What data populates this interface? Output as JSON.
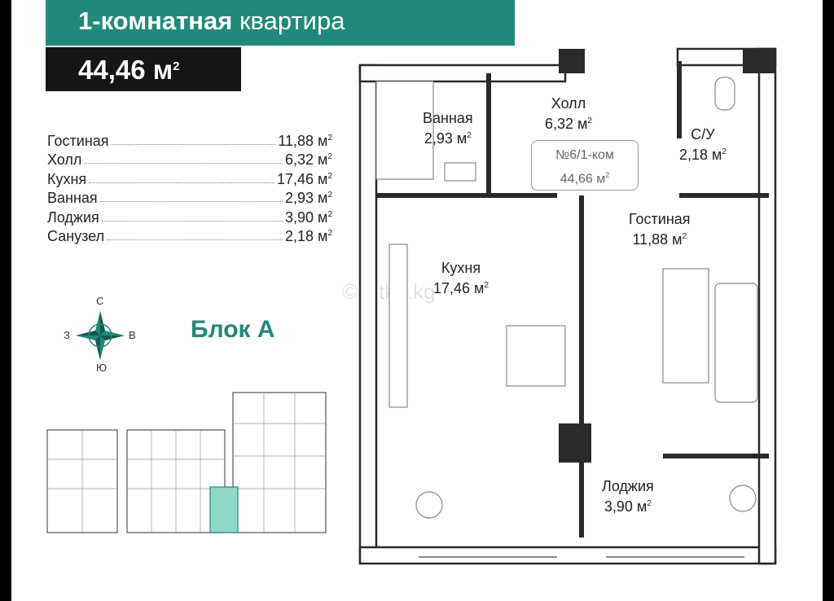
{
  "header": {
    "title_bold": "1-комнатная",
    "title_rest": "квартира",
    "area_value": "44,46 м",
    "area_unit_sup": "2"
  },
  "rooms": [
    {
      "name": "Гостиная",
      "value": "11,88 м"
    },
    {
      "name": "Холл",
      "value": "6,32 м"
    },
    {
      "name": "Кухня",
      "value": "17,46 м"
    },
    {
      "name": "Ванная",
      "value": "2,93 м"
    },
    {
      "name": "Лоджия",
      "value": "3,90 м"
    },
    {
      "name": "Санузел",
      "value": "2,18 м"
    }
  ],
  "sup2": "2",
  "compass": {
    "n": "С",
    "s": "Ю",
    "w": "З",
    "e": "В"
  },
  "block": "Блок А",
  "plan": {
    "bath": {
      "name": "Ванная",
      "area": "2,93 м"
    },
    "hall": {
      "name": "Холл",
      "area": "6,32 м"
    },
    "wc": {
      "name": "С/У",
      "area": "2,18 м"
    },
    "living": {
      "name": "Гостиная",
      "area": "11,88 м"
    },
    "kitchen": {
      "name": "Кухня",
      "area": "17,46 м"
    },
    "loggia": {
      "name": "Лоджия",
      "area": "3,90 м"
    },
    "badge_line1": "№6/1-ком",
    "badge_line2": "44,66 м"
  },
  "watermark": "©elitka.kg",
  "colors": {
    "accent": "#21897a",
    "dark": "#151515",
    "wall": "#2a2a2a"
  }
}
